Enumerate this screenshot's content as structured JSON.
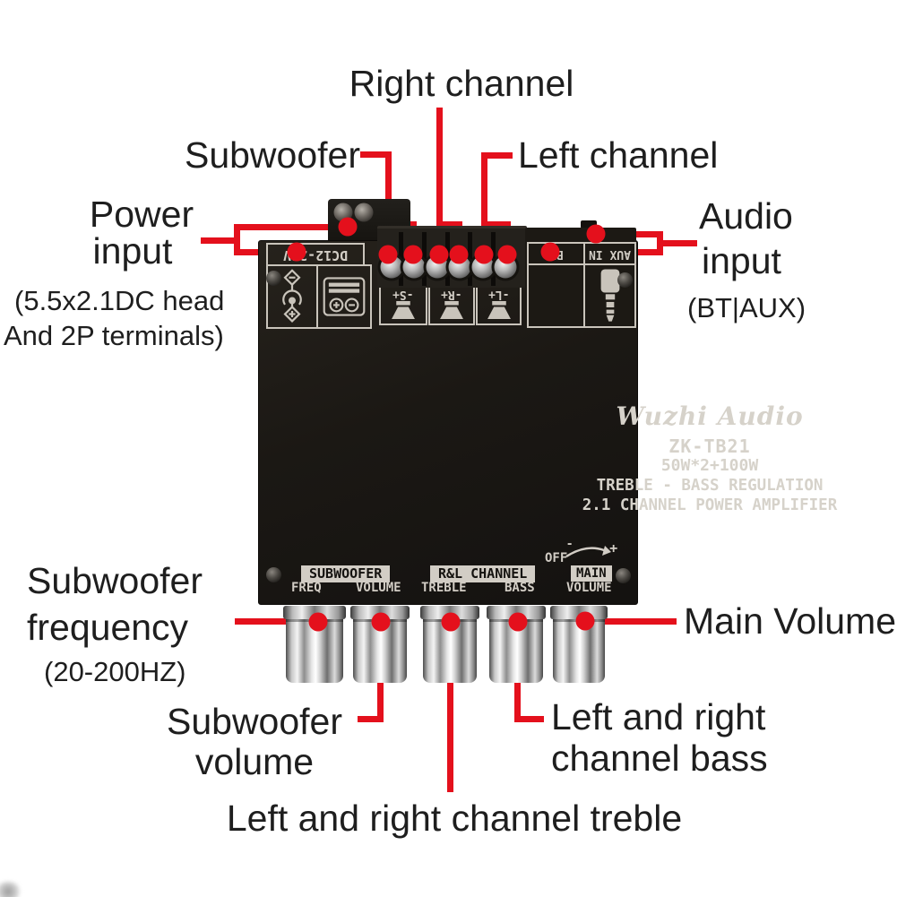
{
  "accent_color": "#e4101c",
  "annotations": {
    "right_channel": "Right channel",
    "subwoofer": "Subwoofer",
    "left_channel": "Left channel",
    "power_1": "Power",
    "power_2": "input",
    "power_note1": "(5.5x2.1DC head",
    "power_note2": "And 2P terminals)",
    "audio_1": "Audio",
    "audio_2": "input",
    "audio_note": "(BT|AUX)",
    "swfreq_1": "Subwoofer",
    "swfreq_2": "frequency",
    "swfreq_note": "(20-200HZ)",
    "main_volume": "Main Volume",
    "swvol_1": "Subwoofer",
    "swvol_2": "volume",
    "bass_1": "Left and right",
    "bass_2": "channel bass",
    "treble": "Left and right channel treble"
  },
  "board": {
    "brand": "Wuzhi Audio",
    "model": "ZK-TB21",
    "power_rating": "50W*2+100W",
    "feature1": "TREBLE - BASS REGULATION",
    "feature2": "2.1 CHANNEL POWER AMPLIFIER",
    "dc_label": "DC12-24V",
    "bt_label": "BT",
    "aux_label": "AUX IN",
    "speaker_terminals": [
      "-S+",
      "-R+",
      "-L+"
    ],
    "labels": {
      "subwoofer": "SUBWOOFER",
      "freq": "FREQ",
      "volume_sub": "VOLUME",
      "rl_channel": "R&L CHANNEL",
      "treble": "TREBLE",
      "bass": "BASS",
      "main": "MAIN",
      "volume_main": "VOLUME",
      "off": "OFF",
      "minus": "-",
      "plus": "+"
    }
  }
}
